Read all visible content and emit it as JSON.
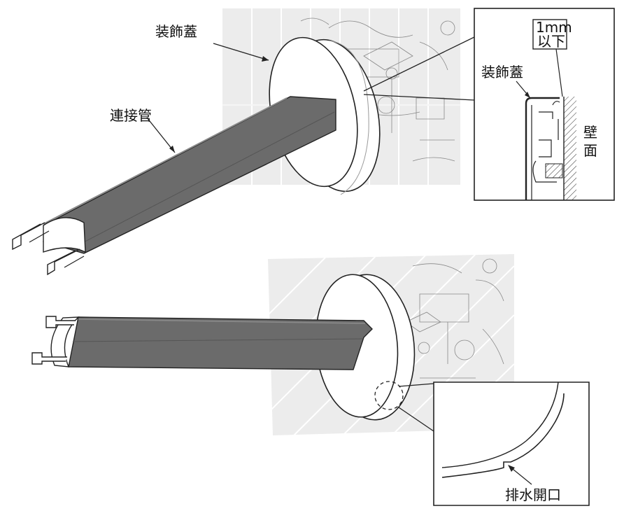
{
  "labels": {
    "decorative_cover_top": "装飾蓋",
    "connecting_pipe": "連接管",
    "gap_line1": "1mm",
    "gap_line2": "以下",
    "decorative_cover_detail": "装飾蓋",
    "wall_line1": "壁",
    "wall_line2": "面",
    "drain_opening": "排水開口"
  },
  "colors": {
    "pipe": "#6b6b6b",
    "wall_bg": "#ececec",
    "line": "#222222"
  }
}
